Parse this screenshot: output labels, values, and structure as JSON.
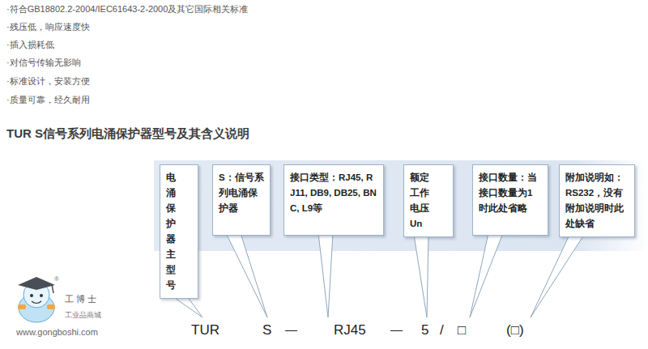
{
  "diagram": {
    "title": "TUR S信号系列电涌保护器型号及其含义说明",
    "nodes": [
      {
        "text": [
          "电涌保护器主型号"
        ]
      },
      {
        "text": [
          "S：信号系列电涌保护器"
        ]
      },
      {
        "text": [
          "接口类型：RJ45, RJ11, DB9, DB25, BNC, L9等"
        ]
      },
      {
        "text": [
          "额定工作电压Un"
        ]
      },
      {
        "text": [
          "接口数量：当接口数量为1时此处省略"
        ]
      },
      {
        "text": [
          "附加说明如：RS232，没有附加说明时此处缺省"
        ]
      }
    ],
    "edges": [],
    "labels": [
      "·符合GB18802.2-2004/IEC61643-2-2000及其它国际相关标准",
      "·残压低，响应速度快",
      "·插入损耗低",
      "·对信号传输无影响",
      "·标准设计，安装方便",
      "·质量可靠，经久耐用",
      "TUR",
      "S",
      "—",
      "RJ45",
      "—",
      "5",
      "/",
      "□",
      "(□)",
      "®",
      "工博士",
      "工业品商城",
      "www.gongboshi.com"
    ]
  }
}
